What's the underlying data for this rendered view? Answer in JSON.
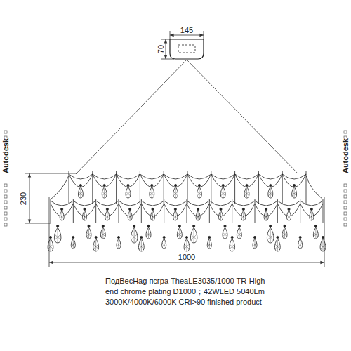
{
  "diagram": {
    "caption": "ПодВесНag псгра TheaLE3035/1000 TR-High end chrome plating  D1000；42WLED 5040Lm  3000K/4000K/6000K   CRI>90 finished product",
    "labels": [
      "145",
      "70",
      "230",
      "1000",
      "Autodesk",
      "Autodesk"
    ]
  }
}
